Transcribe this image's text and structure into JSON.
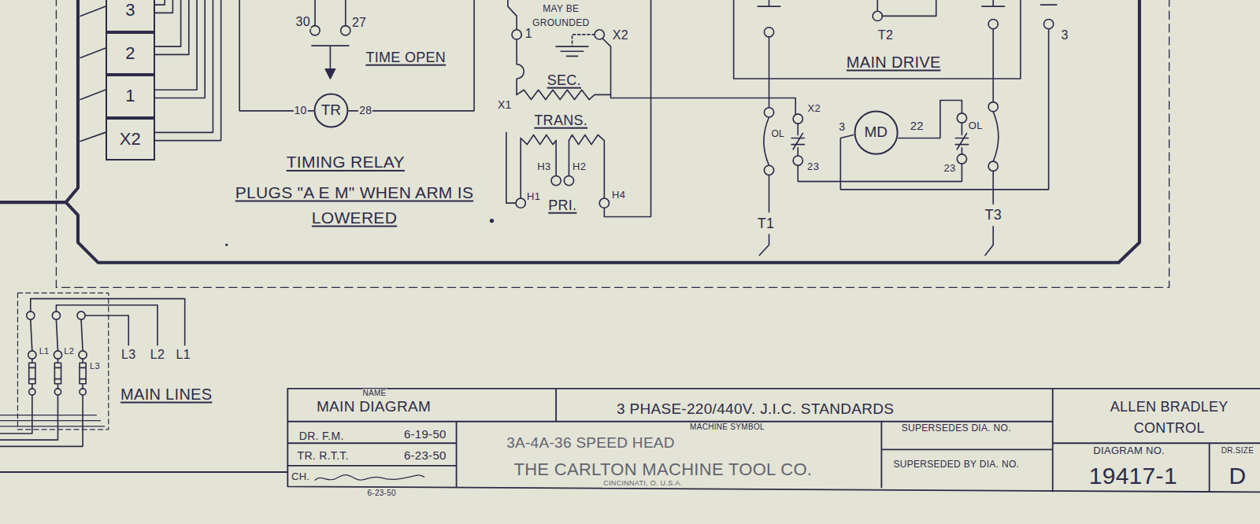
{
  "diagram": {
    "nodes": [
      {
        "text": [
          "3"
        ]
      },
      {
        "text": [
          "2"
        ]
      },
      {
        "text": [
          "1"
        ]
      },
      {
        "text": [
          "X2"
        ]
      },
      {
        "text": [
          "TR"
        ]
      },
      {
        "text": [
          "MD"
        ]
      }
    ],
    "labels": [
      "30",
      "27",
      "TIME OPEN",
      "10",
      "28",
      "TIMING RELAY",
      "PLUGS \"A E M\" WHEN ARM IS LOWERED",
      "MAY BE GROUNDED",
      "1",
      "X2",
      "SEC.",
      "X1",
      "TRANS.",
      "H3",
      "H2",
      "H1",
      "PRI.",
      "H4",
      "T2",
      "MAIN DRIVE",
      "3",
      "X2",
      "OL",
      "23",
      "3",
      "22",
      "OL",
      "23",
      "T1",
      "T3",
      "L1",
      "L2",
      "L3",
      "L3",
      "L2",
      "L1",
      "MAIN LINES",
      "NAME",
      "MAIN DIAGRAM",
      "3 PHASE-220/440V. J.I.C. STANDARDS",
      "MACHINE SYMBOL",
      "SUPERSEDES DIA. NO.",
      "ALLEN BRADLEY CONTROL",
      "DR. F.M.",
      "6-19-50",
      "3A-4A-36 SPEED HEAD",
      "DIAGRAM NO.",
      "DR.SIZE",
      "TR. R.T.T.",
      "6-23-50",
      "THE CARLTON MACHINE TOOL CO.",
      "SUPERSEDED BY DIA. NO.",
      "19417-1",
      "D",
      "CH.",
      "CINCINNATI, O. U.S.A.",
      "6-23-50"
    ]
  }
}
